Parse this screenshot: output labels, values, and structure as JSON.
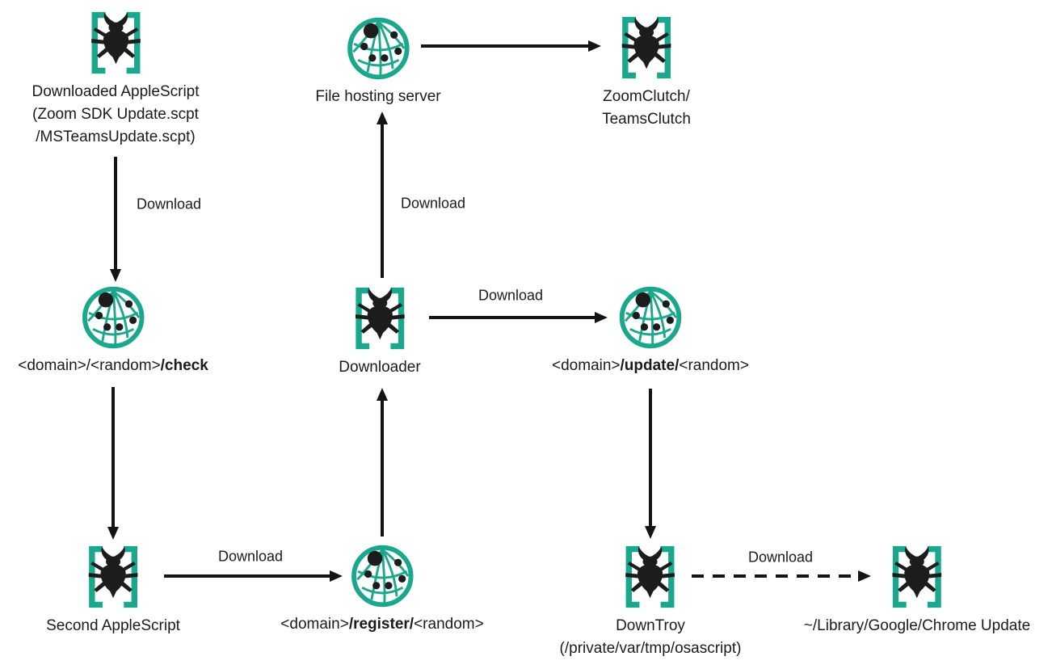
{
  "diagram": {
    "colors": {
      "accent_teal": "#1AA78C",
      "ink": "#141414",
      "background": "#FFFFFF"
    },
    "nodes": [
      {
        "id": "downloaded-applescript",
        "icon": "malware-bug",
        "lines": [
          "Downloaded AppleScript",
          "(Zoom SDK Update.scpt",
          "/MSTeamsUpdate.scpt)"
        ]
      },
      {
        "id": "file-hosting-server",
        "icon": "globe-server",
        "lines": [
          "File hosting server"
        ]
      },
      {
        "id": "zoomclutch-teamsclutch",
        "icon": "malware-bug",
        "lines": [
          "ZoomClutch/",
          "TeamsClutch"
        ]
      },
      {
        "id": "check-endpoint",
        "icon": "globe-server",
        "parts": [
          {
            "text": "<domain>/<random>",
            "bold": false
          },
          {
            "text": "/check",
            "bold": true
          }
        ]
      },
      {
        "id": "downloader",
        "icon": "malware-bug",
        "lines": [
          "Downloader"
        ]
      },
      {
        "id": "update-endpoint",
        "icon": "globe-server",
        "parts": [
          {
            "text": "<domain>",
            "bold": false
          },
          {
            "text": "/update/",
            "bold": true
          },
          {
            "text": "<random>",
            "bold": false
          }
        ]
      },
      {
        "id": "second-applescript",
        "icon": "malware-bug",
        "lines": [
          "Second AppleScript"
        ]
      },
      {
        "id": "register-endpoint",
        "icon": "globe-server",
        "parts": [
          {
            "text": "<domain>",
            "bold": false
          },
          {
            "text": "/register/",
            "bold": true
          },
          {
            "text": "<random>",
            "bold": false
          }
        ]
      },
      {
        "id": "downtroy",
        "icon": "malware-bug",
        "lines": [
          "DownTroy",
          "(/private/var/tmp/osascript)"
        ]
      },
      {
        "id": "chrome-update",
        "icon": "malware-bug",
        "lines": [
          "~/Library/Google/Chrome Update"
        ]
      }
    ],
    "edges": [
      {
        "from": "downloaded-applescript",
        "to": "check-endpoint",
        "label": "Download",
        "style": "solid"
      },
      {
        "from": "check-endpoint",
        "to": "second-applescript",
        "label": "",
        "style": "solid"
      },
      {
        "from": "second-applescript",
        "to": "register-endpoint",
        "label": "Download",
        "style": "solid"
      },
      {
        "from": "register-endpoint",
        "to": "downloader",
        "label": "",
        "style": "solid"
      },
      {
        "from": "downloader",
        "to": "file-hosting-server",
        "label": "Download",
        "style": "solid"
      },
      {
        "from": "file-hosting-server",
        "to": "zoomclutch-teamsclutch",
        "label": "",
        "style": "solid"
      },
      {
        "from": "downloader",
        "to": "update-endpoint",
        "label": "Download",
        "style": "solid"
      },
      {
        "from": "update-endpoint",
        "to": "downtroy",
        "label": "",
        "style": "solid"
      },
      {
        "from": "downtroy",
        "to": "chrome-update",
        "label": "Download",
        "style": "dashed"
      }
    ]
  }
}
